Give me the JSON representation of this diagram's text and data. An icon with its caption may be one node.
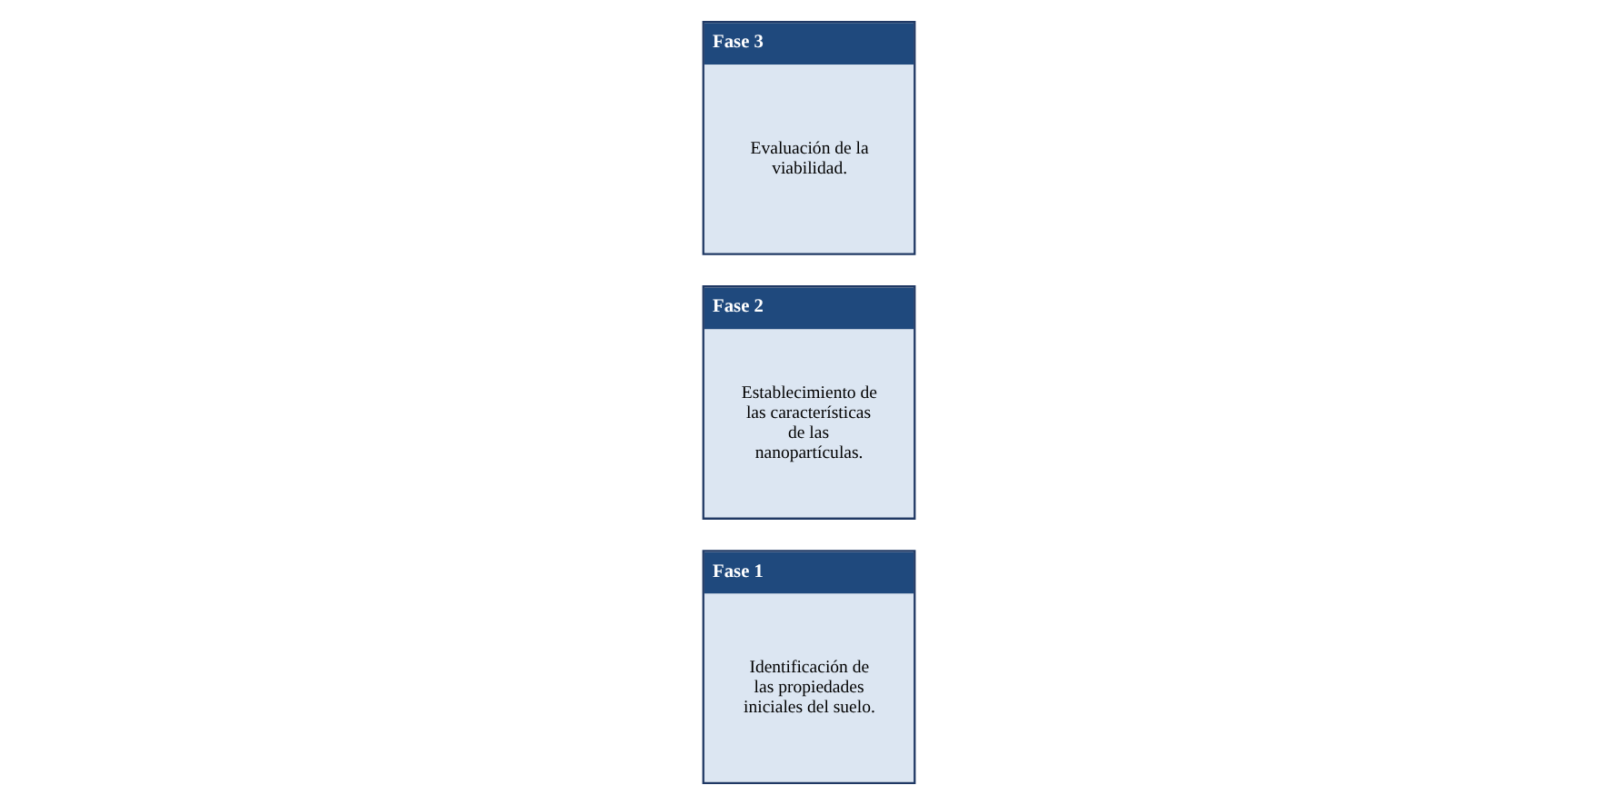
{
  "diagram": {
    "nodes": [
      {
        "text": [
          "Fase 1",
          "Identificación de las propiedades iniciales del suelo."
        ]
      },
      {
        "text": [
          "Fase 2",
          "Establecimiento de las características de las nanopartículas."
        ]
      },
      {
        "text": [
          "Fase 3",
          "Evaluación de la viabilidad."
        ]
      }
    ],
    "edges": []
  }
}
